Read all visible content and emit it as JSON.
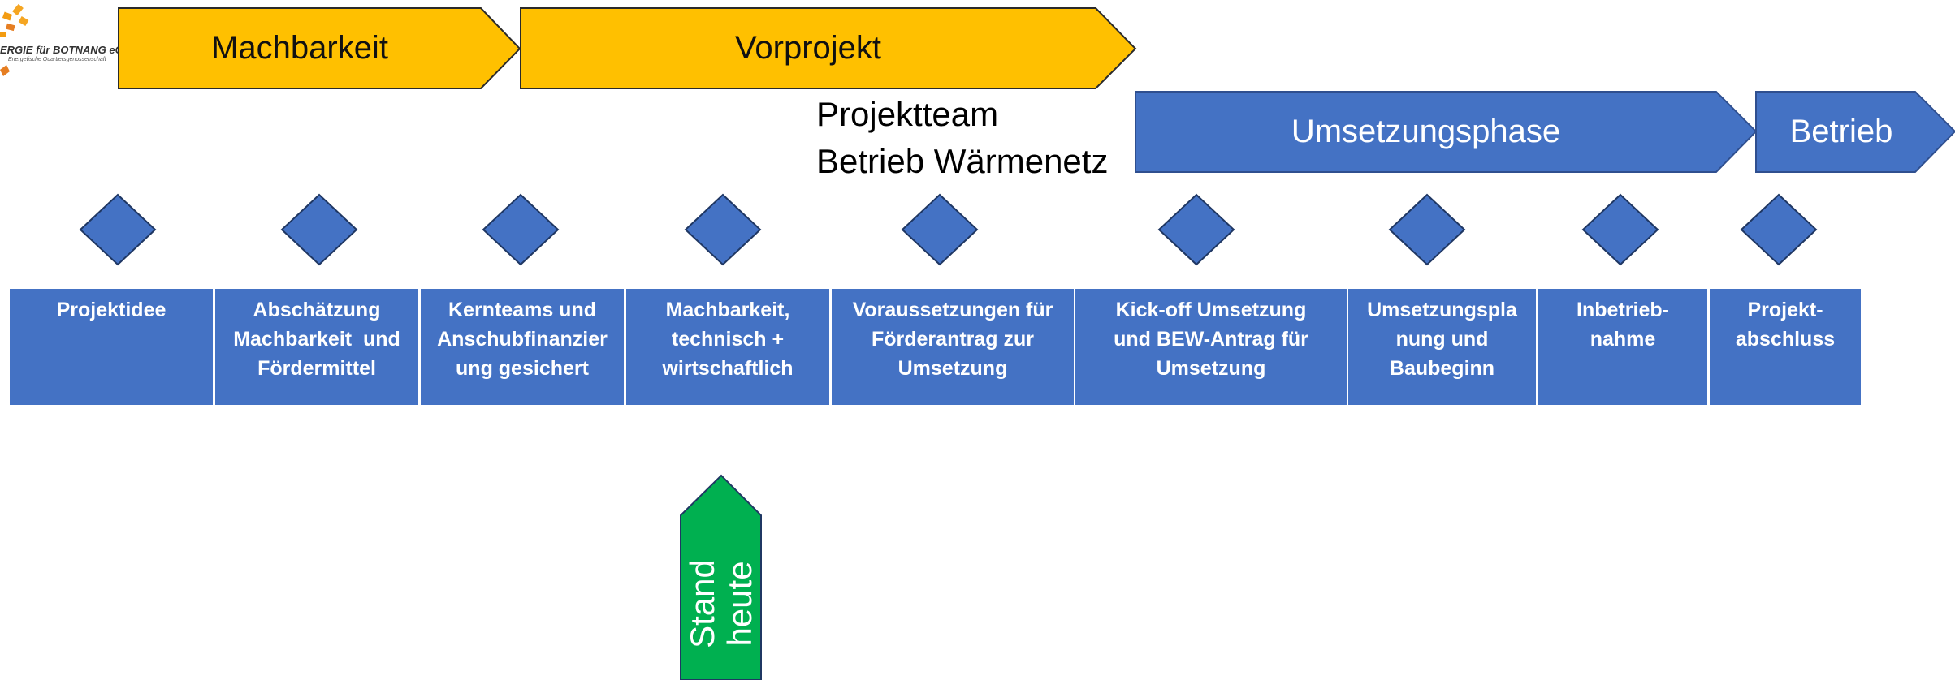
{
  "logo": {
    "name_text": "ERGIE für BOTNANG eG",
    "tagline": "Energetische Quartiersgenossenschaft"
  },
  "phases": {
    "machbarkeit": "Machbarkeit",
    "vorprojekt": "Vorprojekt",
    "umsetzungsphase": "Umsetzungsphase",
    "betrieb": "Betrieb"
  },
  "team": {
    "line1": "Projektteam",
    "line2": "Betrieb Wärmenetz"
  },
  "milestones": [
    {
      "lines": [
        "Projektidee"
      ]
    },
    {
      "lines": [
        "Abschätzung",
        "Machbarkeit  und",
        "Fördermittel"
      ]
    },
    {
      "lines": [
        "Kernteams und",
        "Anschubfinanzier",
        "ung gesichert"
      ]
    },
    {
      "lines": [
        "Machbarkeit,",
        "technisch +",
        "wirtschaftlich"
      ]
    },
    {
      "lines": [
        "Voraussetzungen für",
        "Förderantrag zur",
        "Umsetzung"
      ]
    },
    {
      "lines": [
        "Kick-off Umsetzung",
        "und BEW-Antrag für",
        "Umsetzung"
      ]
    },
    {
      "lines": [
        "Umsetzungspla",
        "nung und",
        "Baubeginn"
      ]
    },
    {
      "lines": [
        "Inbetrieb-",
        "nahme"
      ]
    },
    {
      "lines": [
        "Projekt-",
        "abschluss"
      ]
    }
  ],
  "status": {
    "line1": "Stand",
    "line2": "heute"
  },
  "colors": {
    "yellow": "#ffc000",
    "blue": "#4472c4",
    "dark_blue_outline": "#2f4f8f",
    "green": "#00b050",
    "logo_orange": "#f5a623"
  }
}
